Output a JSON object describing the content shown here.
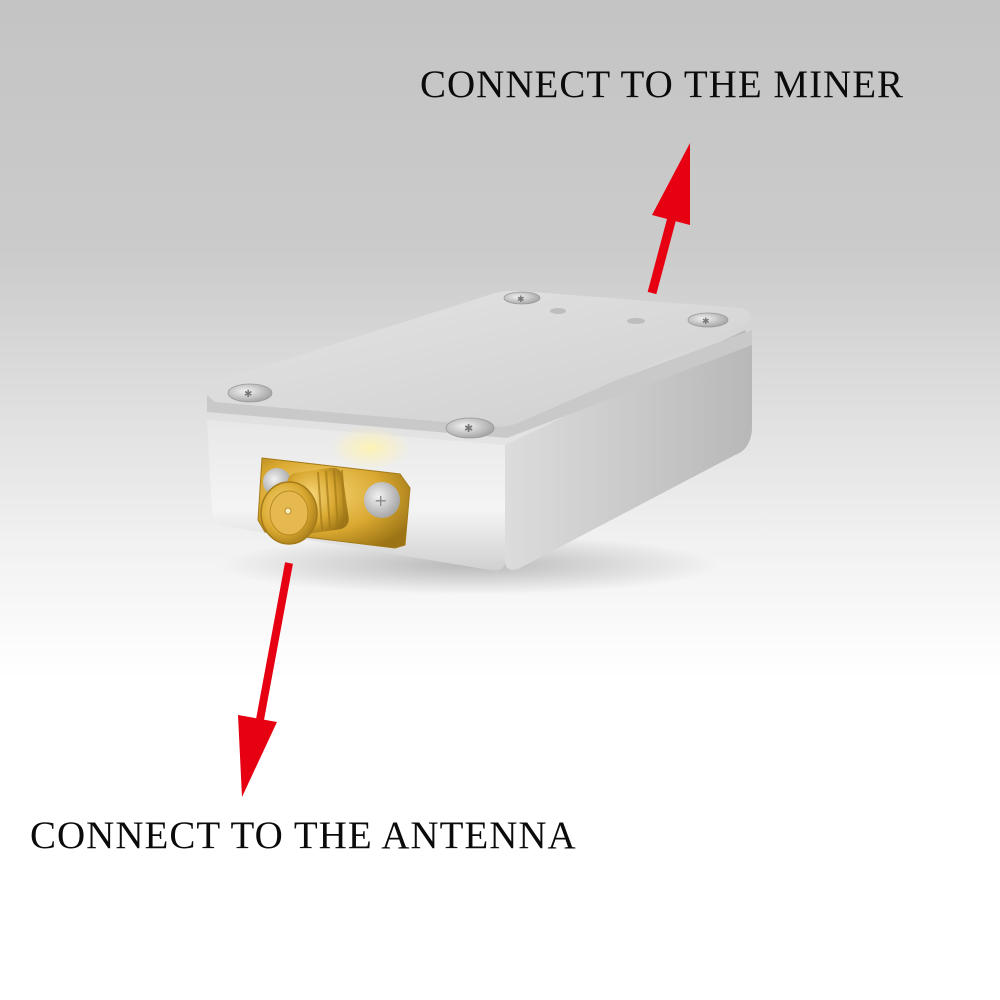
{
  "labels": {
    "miner": "CONNECT TO THE MINER",
    "antenna": "CONNECT TO THE ANTENNA"
  },
  "colors": {
    "arrow": "#e60012",
    "text": "#0b0b0b",
    "device_body": "#d8d8d8",
    "connector_gold": "#d9a830"
  },
  "device": {
    "description": "Aluminum enclosure module with gold SMA antenna connector",
    "top_screws": 4,
    "connector": "SMA female"
  }
}
